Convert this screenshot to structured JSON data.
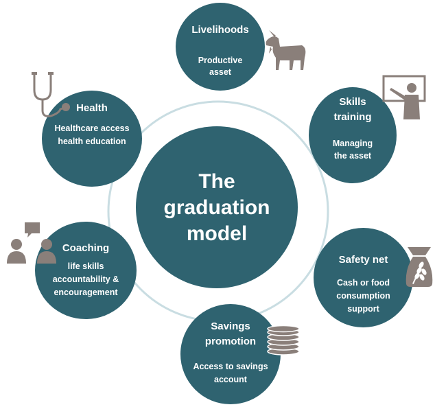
{
  "center": {
    "lines": [
      "The",
      "graduation",
      "model"
    ]
  },
  "nodes": {
    "livelihoods": {
      "title": "Livelihoods",
      "desc": [
        "Productive",
        "asset"
      ]
    },
    "skills": {
      "title": [
        "Skills",
        "training"
      ],
      "desc": [
        "Managing",
        "the asset"
      ]
    },
    "safety": {
      "title": "Safety net",
      "desc": [
        "Cash or food",
        "consumption",
        "support"
      ]
    },
    "savings": {
      "title": [
        "Savings",
        "promotion"
      ],
      "desc": [
        "Access to savings",
        "account"
      ]
    },
    "coaching": {
      "title": "Coaching",
      "desc": [
        "life skills",
        "accountability &",
        "encouragement"
      ]
    },
    "health": {
      "title": "Health",
      "desc": [
        "Healthcare access",
        "health education"
      ]
    }
  },
  "icons": [
    "goat-icon",
    "teacher-board-icon",
    "grain-sack-icon",
    "coin-stack-icon",
    "people-chat-icon",
    "stethoscope-icon"
  ],
  "colors": {
    "circle": "#2f6370",
    "ring": "#c9dde2",
    "icon": "#8a7f7a"
  }
}
